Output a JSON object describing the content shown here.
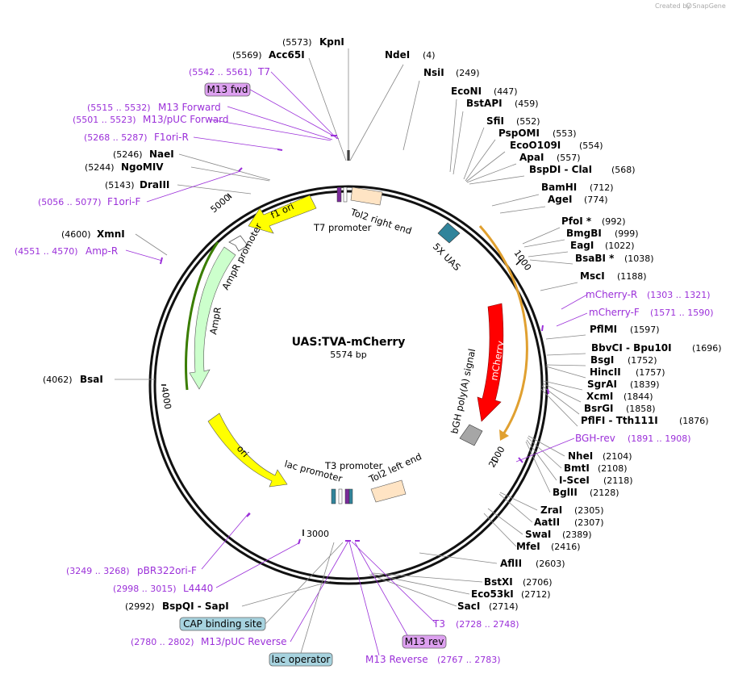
{
  "credit": "Created by SnapGene",
  "plasmid": {
    "name": "UAS:TVA-mCherry",
    "size": "5574 bp"
  },
  "ticks": [
    "1000",
    "2000",
    "3000",
    "4000",
    "5000"
  ],
  "features": [
    {
      "label": "mCherry",
      "color": "#ff0000"
    },
    {
      "label": "f1 ori",
      "color": "#ffff00"
    },
    {
      "label": "ori",
      "color": "#ffff00"
    },
    {
      "label": "AmpR",
      "color": "#ccffcc"
    },
    {
      "label": "AmpR promoter",
      "color": "#ffffff"
    },
    {
      "label": "5X UAS",
      "color": "#31849b"
    },
    {
      "label": "bGH poly(A) signal",
      "color": "#a6a6a6"
    },
    {
      "label": "Tol2 right end",
      "color": "#ffe4c4"
    },
    {
      "label": "Tol2 left end",
      "color": "#ffe4c4"
    },
    {
      "label": "T7 promoter"
    },
    {
      "label": "T3 promoter"
    },
    {
      "label": "lac promoter"
    }
  ],
  "enzymes": [
    {
      "pos": "(5573)",
      "name": "KpnI"
    },
    {
      "pos": "(5569)",
      "name": "Acc65I"
    },
    {
      "name": "NdeI",
      "pos": "(4)"
    },
    {
      "name": "NsiI",
      "pos": "(249)"
    },
    {
      "name": "EcoNI",
      "pos": "(447)"
    },
    {
      "name": "BstAPI",
      "pos": "(459)"
    },
    {
      "name": "SfiI",
      "pos": "(552)"
    },
    {
      "name": "PspOMI",
      "pos": "(553)"
    },
    {
      "name": "EcoO109I",
      "pos": "(554)"
    },
    {
      "name": "ApaI",
      "pos": "(557)"
    },
    {
      "name": "BspDI - ClaI",
      "pos": "(568)"
    },
    {
      "name": "BamHI",
      "pos": "(712)"
    },
    {
      "name": "AgeI",
      "pos": "(774)"
    },
    {
      "name": "PfoI *",
      "pos": "(992)"
    },
    {
      "name": "BmgBI",
      "pos": "(999)"
    },
    {
      "name": "EagI",
      "pos": "(1022)"
    },
    {
      "name": "BsaBI *",
      "pos": "(1038)"
    },
    {
      "name": "MscI",
      "pos": "(1188)"
    },
    {
      "name": "PflMI",
      "pos": "(1597)"
    },
    {
      "name": "BbvCI - Bpu10I",
      "pos": "(1696)"
    },
    {
      "name": "BsgI",
      "pos": "(1752)"
    },
    {
      "name": "HincII",
      "pos": "(1757)"
    },
    {
      "name": "SgrAI",
      "pos": "(1839)"
    },
    {
      "name": "XcmI",
      "pos": "(1844)"
    },
    {
      "name": "BsrGI",
      "pos": "(1858)"
    },
    {
      "name": "PflFI - Tth111I",
      "pos": "(1876)"
    },
    {
      "name": "NheI",
      "pos": "(2104)"
    },
    {
      "name": "BmtI",
      "pos": "(2108)"
    },
    {
      "name": "I-SceI",
      "pos": "(2118)"
    },
    {
      "name": "BglII",
      "pos": "(2128)"
    },
    {
      "name": "ZraI",
      "pos": "(2305)"
    },
    {
      "name": "AatII",
      "pos": "(2307)"
    },
    {
      "name": "SwaI",
      "pos": "(2389)"
    },
    {
      "name": "MfeI",
      "pos": "(2416)"
    },
    {
      "name": "AflII",
      "pos": "(2603)"
    },
    {
      "name": "BstXI",
      "pos": "(2706)"
    },
    {
      "name": "Eco53kI",
      "pos": "(2712)"
    },
    {
      "name": "SacI",
      "pos": "(2714)"
    },
    {
      "pos": "(2992)",
      "name": "BspQI - SapI"
    },
    {
      "pos": "(4062)",
      "name": "BsaI"
    },
    {
      "pos": "(4600)",
      "name": "XmnI"
    },
    {
      "pos": "(5143)",
      "name": "DraIII"
    },
    {
      "pos": "(5244)",
      "name": "NgoMIV"
    },
    {
      "pos": "(5246)",
      "name": "NaeI"
    }
  ],
  "primers": [
    {
      "range": "(5542 .. 5561)",
      "name": "T7"
    },
    {
      "range": "(5515 .. 5532)",
      "name": "M13 Forward"
    },
    {
      "range": "(5501 .. 5523)",
      "name": "M13/pUC Forward"
    },
    {
      "range": "(5268 .. 5287)",
      "name": "F1ori-R"
    },
    {
      "range": "(5056 .. 5077)",
      "name": "F1ori-F"
    },
    {
      "range": "(4551 .. 4570)",
      "name": "Amp-R"
    },
    {
      "name": "mCherry-R",
      "range": "(1303 .. 1321)"
    },
    {
      "name": "mCherry-F",
      "range": "(1571 .. 1590)"
    },
    {
      "name": "BGH-rev",
      "range": "(1891 .. 1908)"
    },
    {
      "range": "(3249 .. 3268)",
      "name": "pBR322ori-F"
    },
    {
      "range": "(2998 .. 3015)",
      "name": "L4440"
    },
    {
      "range": "(2780 .. 2802)",
      "name": "M13/pUC Reverse"
    },
    {
      "name": "T3",
      "range": "(2728 .. 2748)"
    },
    {
      "name": "M13 Reverse",
      "range": "(2767 .. 2783)"
    }
  ],
  "boxes": [
    "M13 fwd",
    "CAP binding site",
    "M13 rev",
    "lac operator"
  ]
}
